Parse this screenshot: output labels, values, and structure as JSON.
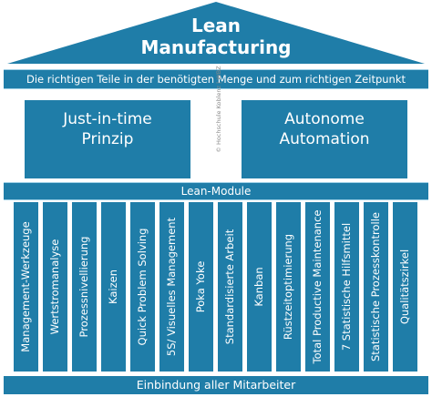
{
  "roof": {
    "title_line1": "Lean",
    "title_line2": "Manufacturing",
    "roof_color": "#1f7da8"
  },
  "goal_band": "Die richtigen Teile in der benötigten Menge und zum richtigen Zeitpunkt",
  "principles": [
    {
      "line1": "Just-in-time",
      "line2": "Prinzip"
    },
    {
      "line1": "Autonome",
      "line2": "Automation"
    }
  ],
  "copyright": "© Hochschule Koblenz | WBZ",
  "modules_band": "Lean-Module",
  "pillars": [
    "Management-Werkzeuge",
    "Wertstromanalyse",
    "Prozessnivellierung",
    "Kaizen",
    "Quick Problem Solving",
    "5S/ Visuelles Management",
    "Poka Yoke",
    "Standardisierte Arbeit",
    "Kanban",
    "Rüstzeitoptimierung",
    "Total Productive Maintenance",
    "7 Statistische Hilfsmittel",
    "Statistische Prozesskontrolle",
    "Qualitätszirkel"
  ],
  "base_band": "Einbindung aller Mitarbeiter",
  "colors": {
    "primary": "#1f7da8",
    "accent_line": "#9fd0e6",
    "background": "#ffffff"
  }
}
